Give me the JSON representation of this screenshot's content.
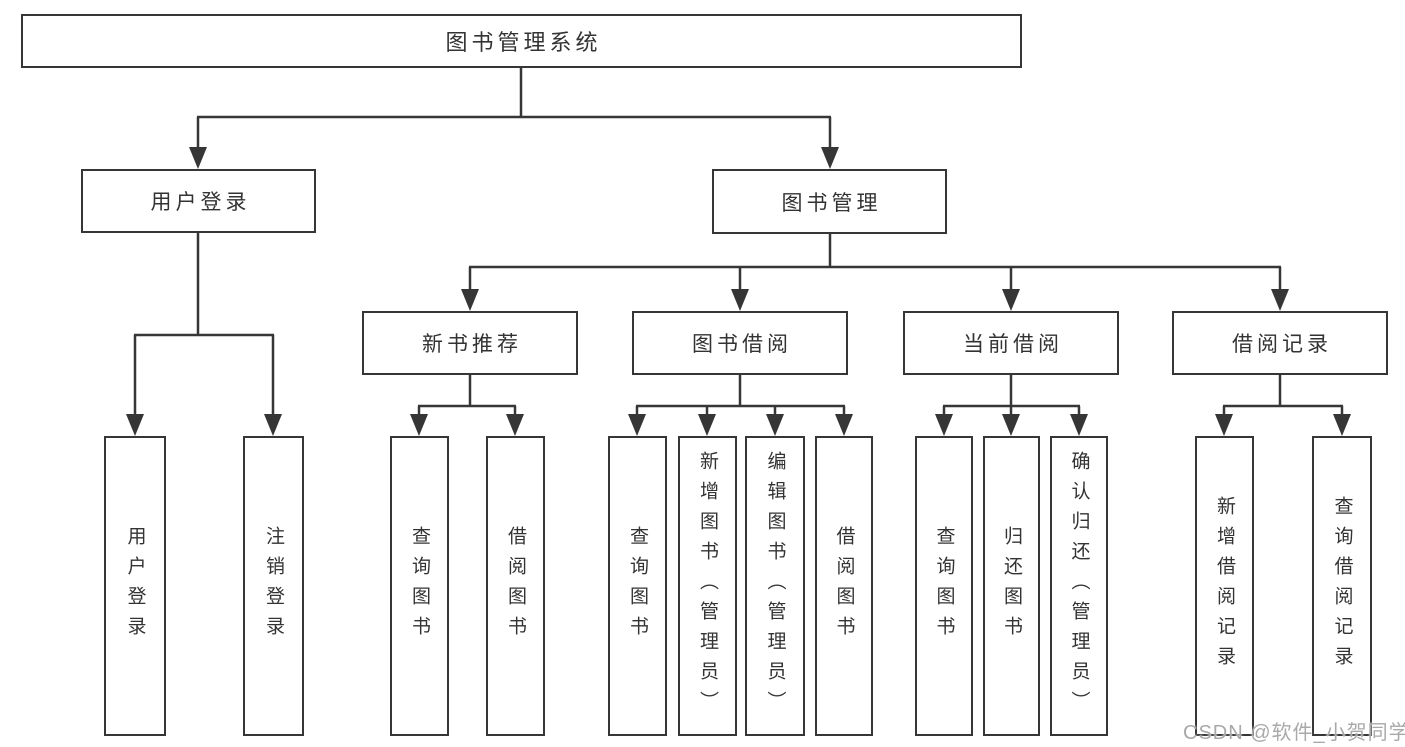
{
  "tree": {
    "label": "图书管理系统",
    "children": [
      {
        "label": "用户登录",
        "children": [
          {
            "label": "用户登录"
          },
          {
            "label": "注销登录"
          }
        ]
      },
      {
        "label": "图书管理",
        "children": [
          {
            "label": "新书推荐",
            "children": [
              {
                "label": "查询图书"
              },
              {
                "label": "借阅图书"
              }
            ]
          },
          {
            "label": "图书借阅",
            "children": [
              {
                "label": "查询图书"
              },
              {
                "label": "新增图书（管理员）"
              },
              {
                "label": "编辑图书（管理员）"
              },
              {
                "label": "借阅图书"
              }
            ]
          },
          {
            "label": "当前借阅",
            "children": [
              {
                "label": "查询图书"
              },
              {
                "label": "归还图书"
              },
              {
                "label": "确认归还（管理员）"
              }
            ]
          },
          {
            "label": "借阅记录",
            "children": [
              {
                "label": "新增借阅记录"
              },
              {
                "label": "查询借阅记录"
              }
            ]
          }
        ]
      }
    ]
  },
  "watermark": {
    "text": "CSDN @软件_小贺同学"
  },
  "colors": {
    "line": "#363636",
    "border": "#363636",
    "text": "#333333",
    "background": "#ffffff",
    "watermark": "#a9a9a9"
  }
}
